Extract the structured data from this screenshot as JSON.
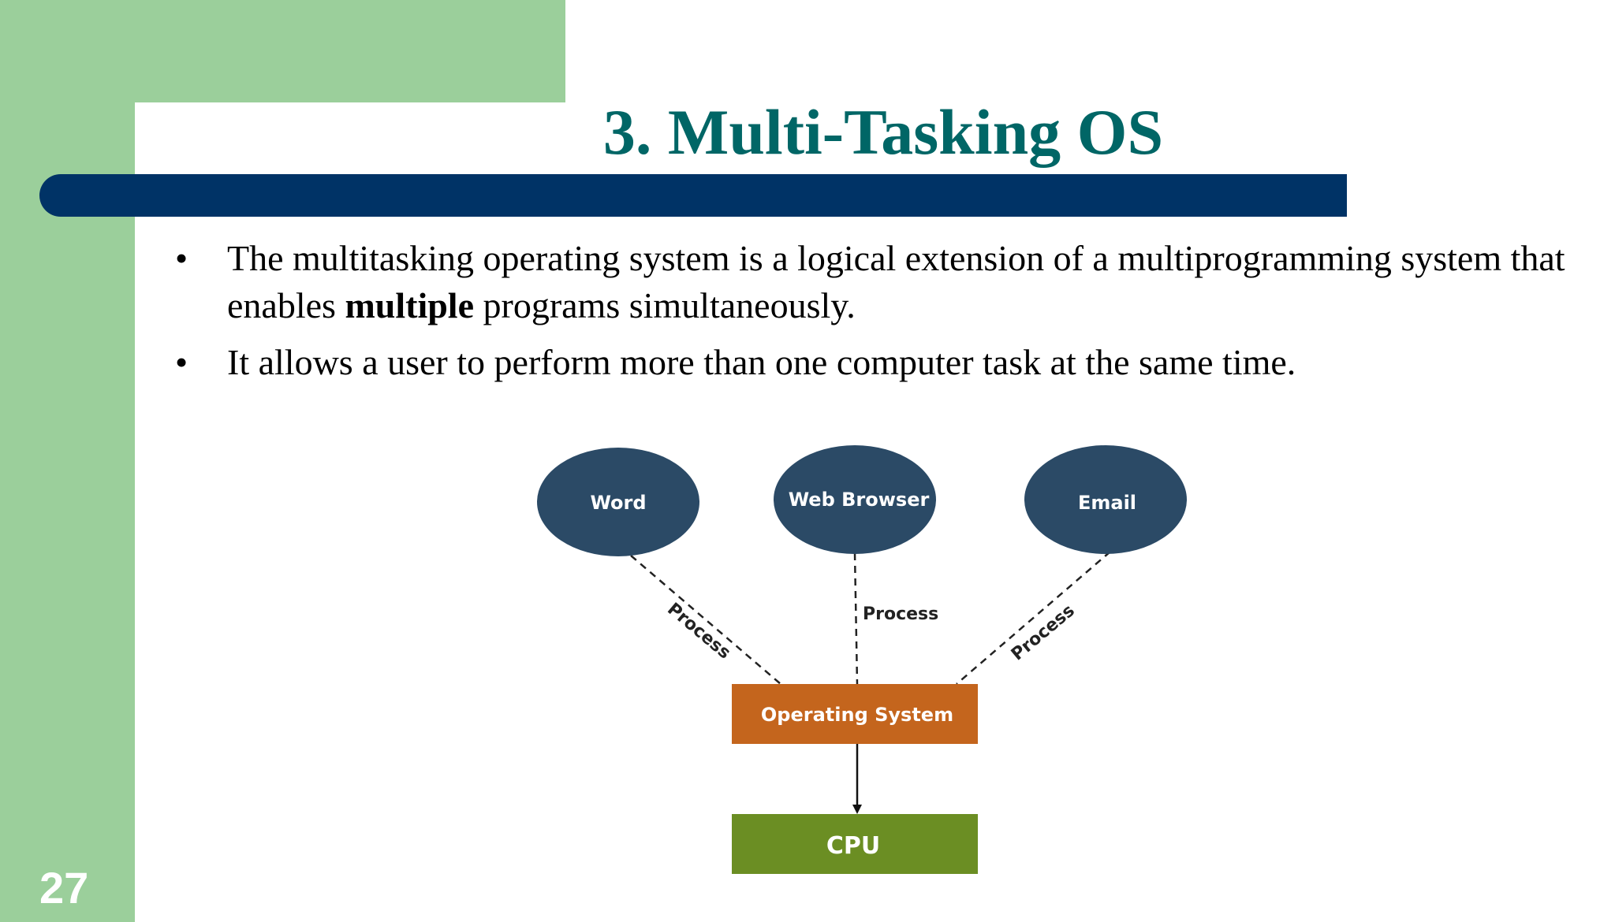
{
  "slide": {
    "title": "3. Multi-Tasking OS",
    "page_number": "27",
    "bullet_char": "•",
    "bullets": [
      {
        "before": "The multitasking operating system is a logical extension of a multiprogramming system that enables ",
        "bold": "multiple",
        "after": " programs simultaneously."
      },
      {
        "before": "It allows a user to perform more than one computer task at the same time.",
        "bold": "",
        "after": ""
      }
    ],
    "colors": {
      "title": "#006666",
      "accent_bar": "#003366",
      "side_panel": "#9bcf9b"
    }
  },
  "diagram": {
    "apps": [
      "Word",
      "Web Browser",
      "Email"
    ],
    "edge_label": "Process",
    "os_label": "Operating System",
    "cpu_label": "CPU",
    "colors": {
      "app_node": "#2b4a66",
      "os_box": "#c4651d",
      "cpu_box": "#6b8e23"
    }
  }
}
